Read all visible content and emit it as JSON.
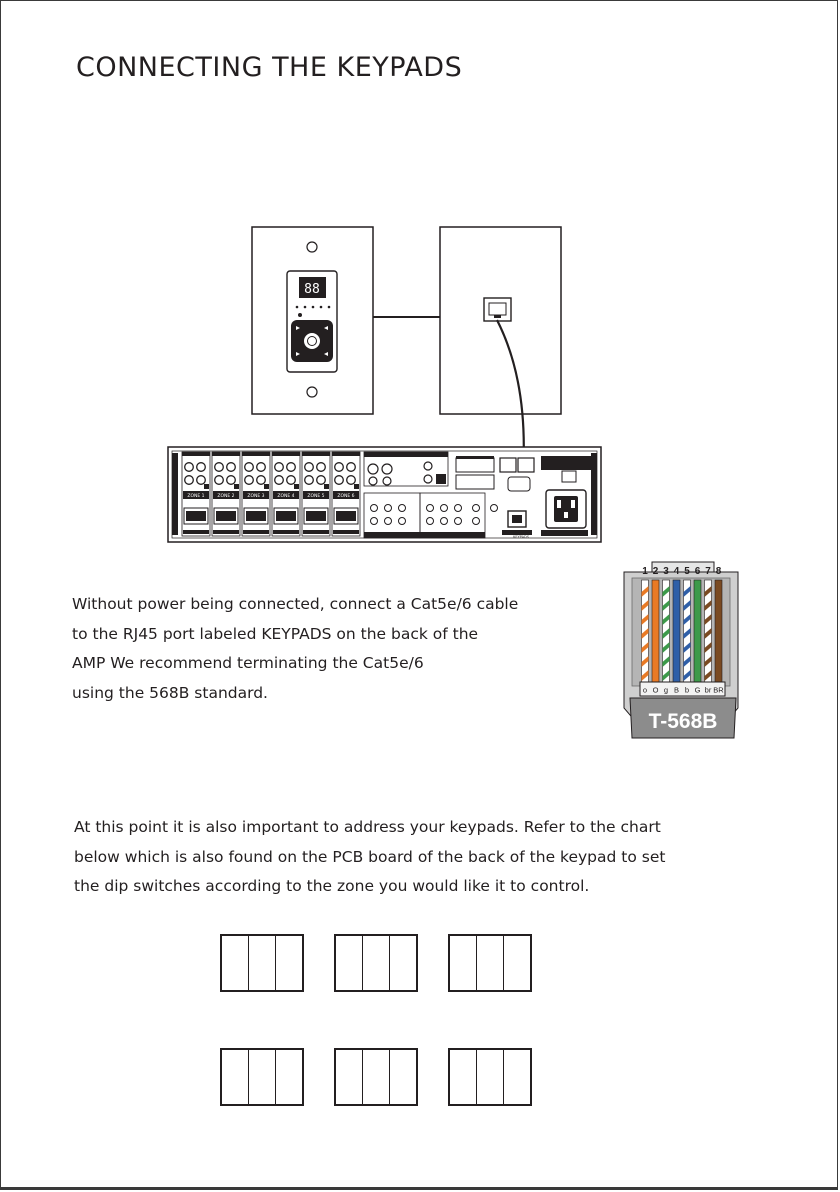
{
  "title": "CONNECTING THE KEYPADS",
  "keypad": {
    "display": "88"
  },
  "amp": {
    "zones": [
      "ZONE 1",
      "ZONE 2",
      "ZONE 3",
      "ZONE 4",
      "ZONE 5",
      "ZONE 6"
    ],
    "port_label": "KEYPADS"
  },
  "connector": {
    "pins": [
      "1",
      "2",
      "3",
      "4",
      "5",
      "6",
      "7",
      "8"
    ],
    "wire_labels": [
      "o",
      "O",
      "g",
      "B",
      "b",
      "G",
      "br",
      "BR"
    ],
    "standard": "T-568B",
    "wire_colors": {
      "orange": "#e97a25",
      "green": "#3d9a4a",
      "blue": "#2f5fa8",
      "brown": "#7a4a22",
      "white": "#ffffff"
    }
  },
  "paragraph1": [
    "Without power being connected, connect a Cat5e/6 cable",
    "to the RJ45 port labeled KEYPADS on the back of the",
    "AMP We recommend terminating the Cat5e/6",
    "using the 568B standard."
  ],
  "paragraph2": [
    "At this point it is also important to address your keypads. Refer to the chart",
    "below which is also found on the PCB board of the back of the keypad to set",
    "the dip switches according to the zone you would like it to control."
  ]
}
